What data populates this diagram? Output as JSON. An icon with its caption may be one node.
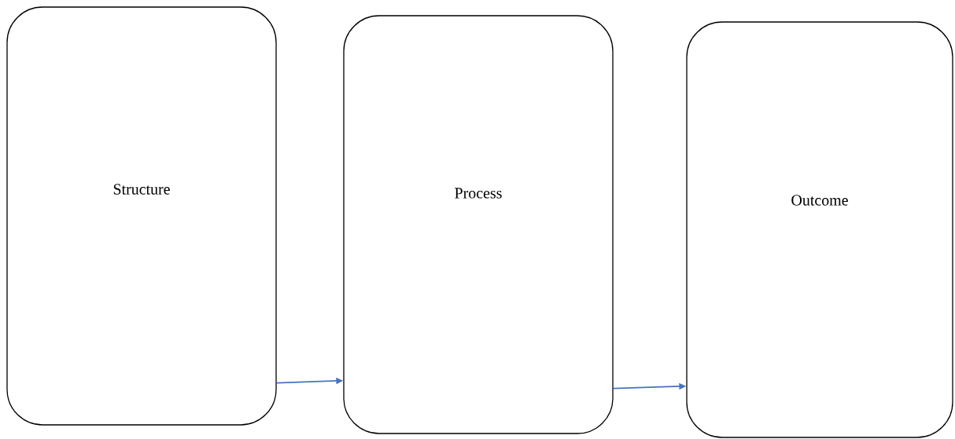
{
  "diagram": {
    "nodes": [
      {
        "text": [
          "Structure"
        ]
      },
      {
        "text": [
          "Process"
        ]
      },
      {
        "text": [
          "Outcome"
        ]
      }
    ],
    "edges": [
      {
        "from": 0,
        "to": 1,
        "arrow": "to"
      },
      {
        "from": 1,
        "to": 2,
        "arrow": "to"
      }
    ]
  }
}
